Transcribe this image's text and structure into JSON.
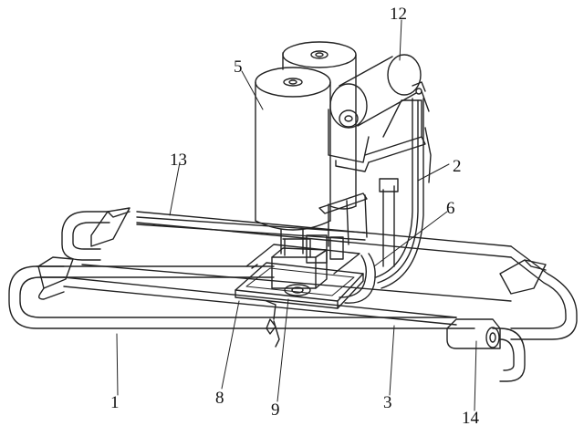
{
  "figure": {
    "background": "#ffffff",
    "line_color": "#222222",
    "callouts": [
      {
        "id": "c1",
        "text": "1"
      },
      {
        "id": "c2",
        "text": "2"
      },
      {
        "id": "c3",
        "text": "3"
      },
      {
        "id": "c5",
        "text": "5"
      },
      {
        "id": "c6",
        "text": "6"
      },
      {
        "id": "c8",
        "text": "8"
      },
      {
        "id": "c9",
        "text": "9"
      },
      {
        "id": "c12",
        "text": "12"
      },
      {
        "id": "c13",
        "text": "13"
      },
      {
        "id": "c14",
        "text": "14"
      }
    ]
  }
}
